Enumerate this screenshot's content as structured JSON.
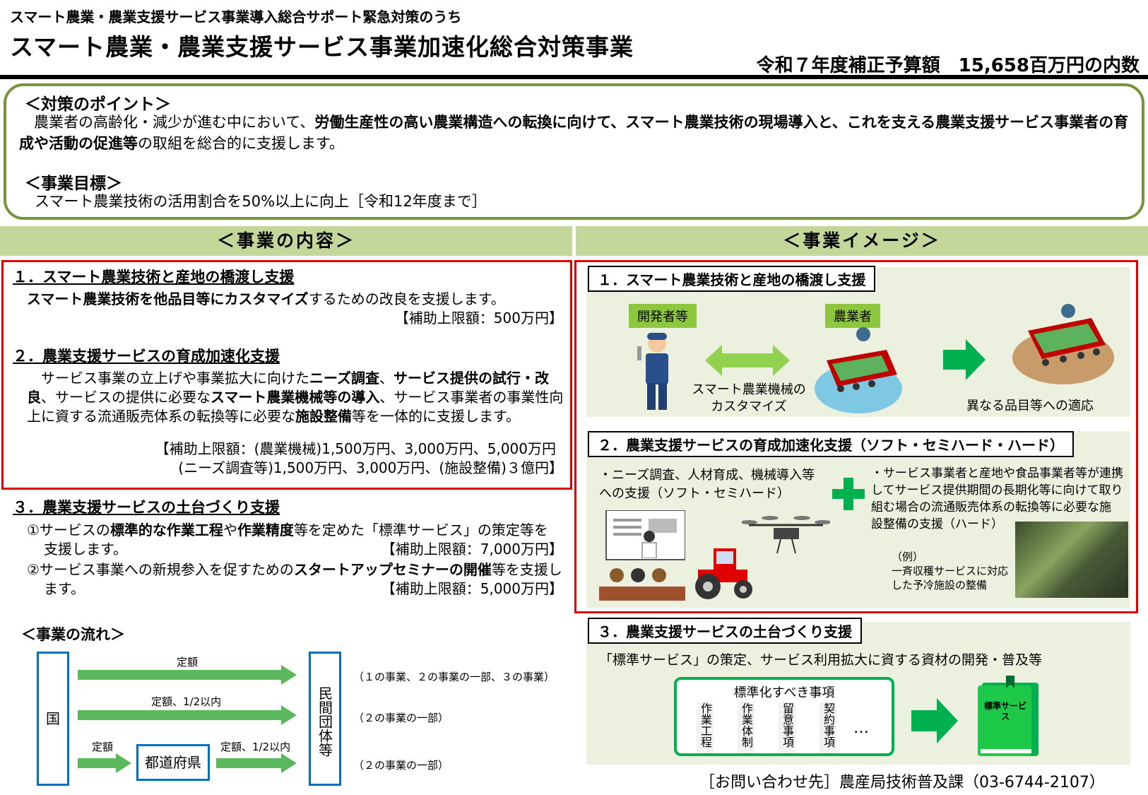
{
  "header": {
    "subtitle": "スマート農業・農業支援サービス事業導入総合サポート緊急対策のうち",
    "title": "スマート農業・農業支援サービス事業加速化総合対策事業",
    "budget": "令和７年度補正予算額　15,658百万円の内数"
  },
  "points": {
    "heading": "＜対策のポイント＞",
    "text_pre": "　農業者の高齢化・減少が進む中において、",
    "text_bold": "労働生産性の高い農業構造への転換に向けて、スマート農業技術の現場導入と、これを支える農業支援サービス事業者の育成や活動の促進等",
    "text_post": "の取組を総合的に支援します。",
    "goal_heading": "＜事業目標＞",
    "goal_text": "スマート農業技術の活用割合を50%以上に向上［令和12年度まで］"
  },
  "sections": {
    "left_header": "＜事業の内容＞",
    "right_header": "＜事業イメージ＞"
  },
  "content": {
    "item1": {
      "title": "１．スマート農業技術と産地の橋渡し支援",
      "text_bold": "スマート農業技術を他品目等にカスタマイズ",
      "text_rest": "するための改良を支援します。",
      "limit": "【補助上限額：500万円】"
    },
    "item2": {
      "title": "２．農業支援サービスの育成加速化支援",
      "p1": "　サービス事業の立上げや事業拡大に向けた",
      "b1": "ニーズ調査",
      "p2": "、",
      "b2": "サービス提供の試行・改良",
      "p3": "、サービスの提供に必要な",
      "b3": "スマート農業機械等の導入",
      "p4": "、サービス事業者の事業性向上に資する流通販売体系の転換等に必要な",
      "b4": "施設整備",
      "p5": "等を一体的に支援します。",
      "limit1": "【補助上限額：(農業機械)1,500万円、3,000万円、5,000万円",
      "limit2": "(ニーズ調査等)1,500万円、3,000万円、(施設整備)３億円】"
    },
    "item3": {
      "title": "３．農業支援サービスの土台づくり支援",
      "s1_pre": "①サービスの",
      "s1_b1": "標準的な作業工程",
      "s1_mid": "や",
      "s1_b2": "作業精度",
      "s1_post": "等を定めた「標準サービス」の策定等を",
      "s1_cont": "支援します。",
      "s1_limit": "【補助上限額：7,000万円】",
      "s2_pre": "②サービス事業への新規参入を促すための",
      "s2_b": "スタートアップセミナーの開催",
      "s2_post": "等を支援し",
      "s2_cont": "ます。",
      "s2_limit": "【補助上限額：5,000万円】"
    }
  },
  "flow": {
    "heading": "＜事業の流れ＞",
    "country": "国",
    "prefecture": "都道府県",
    "private": "民間団体等",
    "arrow1": "定額",
    "arrow2": "定額、1/2以内",
    "arrow3a": "定額",
    "arrow3b": "定額、1/2以内",
    "note1": "（１の事業、２の事業の一部、３の事業）",
    "note2": "（２の事業の一部）",
    "note3": "（２の事業の一部）"
  },
  "image": {
    "box1": {
      "title": "１．スマート農業技術と産地の橋渡し支援",
      "tag_dev": "開発者等",
      "tag_farmer": "農業者",
      "caption1a": "スマート農業機械の",
      "caption1b": "カスタマイズ",
      "caption2": "異なる品目等への適応"
    },
    "box2": {
      "title": "２．農業支援サービスの育成加速化支援（ソフト・セミハード・ハード）",
      "left_a": "・ニーズ調査、人材育成、機械導入等",
      "left_b": "への支援（ソフト・セミハード）",
      "right_a": "・サービス事業者と産地や食品事業者等が連携",
      "right_b": "してサービス提供期間の長期化等に向けて取り",
      "right_c": "組む場合の流通販売体系の転換等に必要な施",
      "right_d": "設整備の支援（ハード）",
      "ex_a": "（例）",
      "ex_b": "一斉収穫サービスに対応",
      "ex_c": "した予冷施設の整備"
    },
    "box3": {
      "title": "３．農業支援サービスの土台づくり支援",
      "desc": "「標準サービス」の策定、サービス利用拡大に資する資材の開発・普及等",
      "std_title": "標準化すべき事項",
      "cols": [
        "作業工程",
        "作業体制",
        "留意事項",
        "契約事項"
      ],
      "more": "…",
      "book": "標準サービス"
    },
    "contact": "［お問い合わせ先］農産局技術普及課（03-6744-2107）"
  },
  "colors": {
    "accent_green": "#77933c",
    "bar_green": "#c4d79b",
    "panel_green": "#ebf1de",
    "red": "#e00000",
    "blue": "#0070c0",
    "arrow_green": "#00b050"
  }
}
